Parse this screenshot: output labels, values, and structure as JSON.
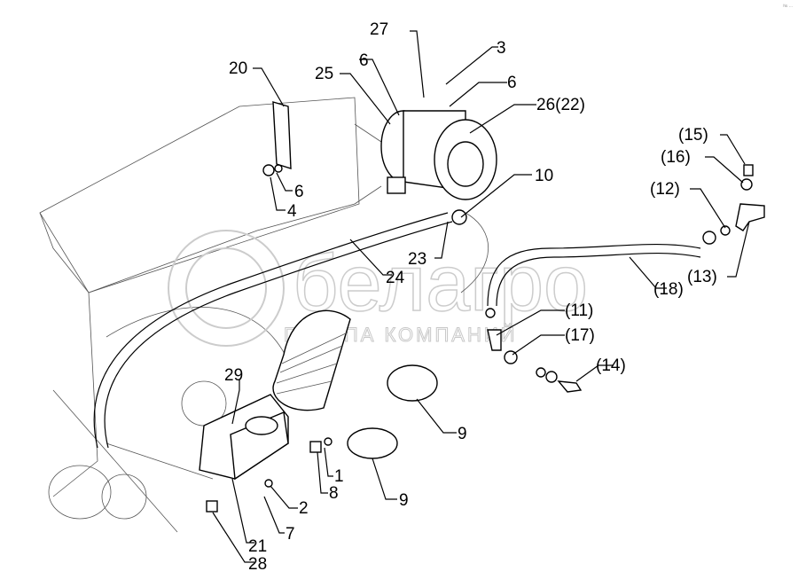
{
  "corner_mark": "№ ...",
  "watermark": {
    "brand": "белагро",
    "subtitle": "ГРУППА КОМПАНИЙ"
  },
  "callouts": {
    "c27": "27",
    "c3": "3",
    "c6a": "6",
    "c6b": "6",
    "c25": "25",
    "c26": "26(22)",
    "c20": "20",
    "c6c": "6",
    "c4": "4",
    "c10": "10",
    "c23": "23",
    "c24": "24",
    "c15": "(15)",
    "c16": "(16)",
    "c12": "(12)",
    "c13": "(13)",
    "c18": "(18)",
    "c11": "(11)",
    "c17": "(17)",
    "c14": "(14)",
    "c29": "29",
    "c9a": "9",
    "c9b": "9",
    "c1": "1",
    "c8": "8",
    "c2": "2",
    "c7": "7",
    "c21": "21",
    "c28": "28"
  }
}
